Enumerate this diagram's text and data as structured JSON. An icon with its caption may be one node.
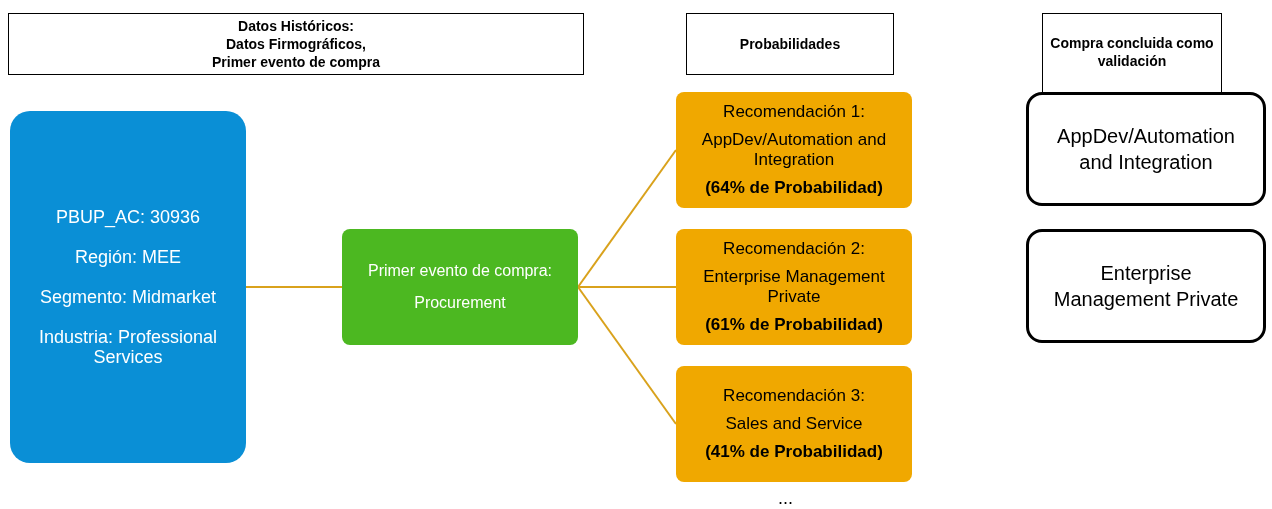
{
  "diagram": {
    "nodes": [
      {
        "text": [
          "Datos Históricos:",
          "Datos Firmográficos,",
          "Primer evento de compra"
        ]
      },
      {
        "text": [
          "Probabilidades"
        ]
      },
      {
        "text": [
          "Compra concluida como validación"
        ]
      },
      {
        "text": [
          "PBUP_AC: 30936",
          "Región: MEE",
          "Segmento: Midmarket",
          "Industria: Professional Services"
        ]
      },
      {
        "text": [
          "Primer evento de compra:",
          "Procurement"
        ]
      },
      {
        "text": [
          "Recomendación 1:",
          "AppDev/Automation and Integration",
          "(64% de Probabilidad)"
        ]
      },
      {
        "text": [
          "Recomendación 2:",
          "Enterprise Management Private",
          "(61% de Probabilidad)"
        ]
      },
      {
        "text": [
          "Recomendación 3:",
          "Sales and Service",
          "(41% de Probabilidad)"
        ]
      },
      {
        "text": [
          "AppDev/Automation and Integration"
        ]
      },
      {
        "text": [
          "Enterprise Management Private"
        ]
      }
    ],
    "edges": [
      {
        "from": 3,
        "to": 4,
        "arrow": "none"
      },
      {
        "from": 4,
        "to": 5,
        "arrow": "none"
      },
      {
        "from": 4,
        "to": 6,
        "arrow": "none"
      },
      {
        "from": 4,
        "to": 7,
        "arrow": "none"
      }
    ],
    "labels": [
      "..."
    ]
  }
}
